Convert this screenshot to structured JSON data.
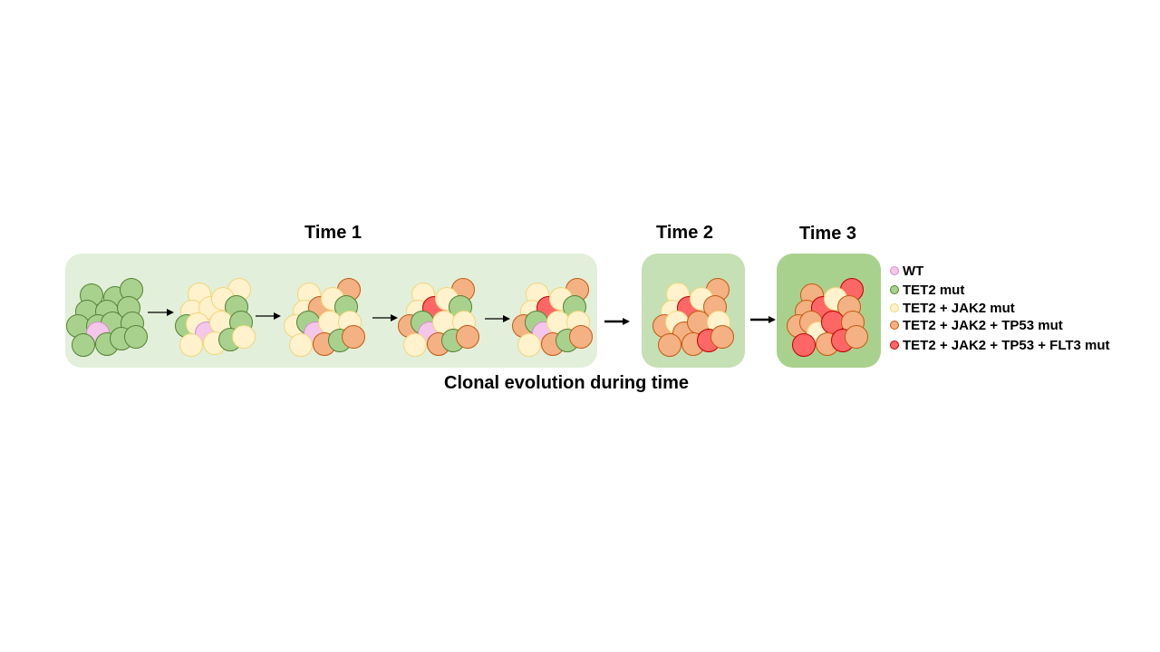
{
  "headings": {
    "time1": "Time 1",
    "time2": "Time 2",
    "time3": "Time 3",
    "caption": "Clonal evolution during time"
  },
  "panel_colors": {
    "time1": "#e2efda",
    "time2": "#c5e0b4",
    "time3": "#a9d18e"
  },
  "clone_styles": {
    "WT": {
      "fill": "#f4c6ea",
      "stroke": "#d68fc9"
    },
    "T": {
      "fill": "#a9d18e",
      "stroke": "#548235"
    },
    "TJ": {
      "fill": "#fff2cc",
      "stroke": "#f2d67c"
    },
    "TJP": {
      "fill": "#f4b183",
      "stroke": "#c55a11"
    },
    "TJPF": {
      "fill": "#ff6666",
      "stroke": "#c00000"
    }
  },
  "legend": [
    {
      "clone": "WT",
      "label": "WT"
    },
    {
      "clone": "T",
      "label": "TET2 mut"
    },
    {
      "clone": "TJ",
      "label": "TET2 + JAK2 mut"
    },
    {
      "clone": "TJP",
      "label": "TET2 + JAK2 + TP53 mut"
    },
    {
      "clone": "TJPF",
      "label": "TET2 + JAK2 + TP53 + FLT3 mut"
    }
  ]
}
